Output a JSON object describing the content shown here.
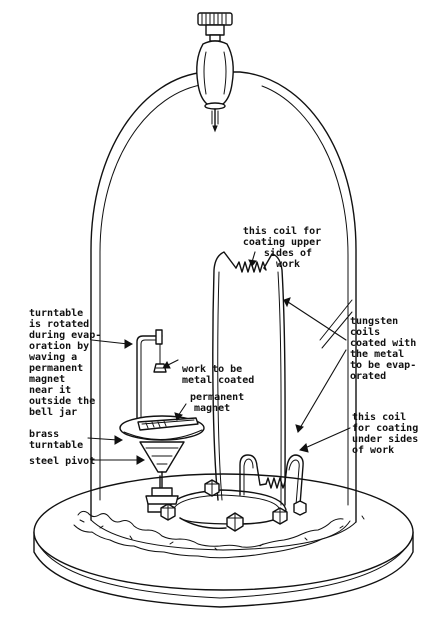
{
  "labels": {
    "upper_coil": [
      "this coil for",
      "coating upper",
      "sides of",
      "work"
    ],
    "turntable_rotation": [
      "turntable",
      "is rotated",
      "during evap-",
      "oration by",
      "waving a",
      "permanent",
      "magnet",
      "near it",
      "outside the",
      "bell jar"
    ],
    "work": [
      "work to be",
      "metal coated"
    ],
    "permanent_magnet": [
      "permanent",
      "magnet"
    ],
    "tungsten_coils": [
      "tungsten",
      "coils",
      "coated with",
      "the metal",
      "to be evap-",
      "orated"
    ],
    "brass_turntable": [
      "brass",
      "turntable"
    ],
    "steel_pivot": [
      "steel pivot"
    ],
    "lower_coil": [
      "this coil",
      "for coating",
      "under sides",
      "of work"
    ]
  }
}
